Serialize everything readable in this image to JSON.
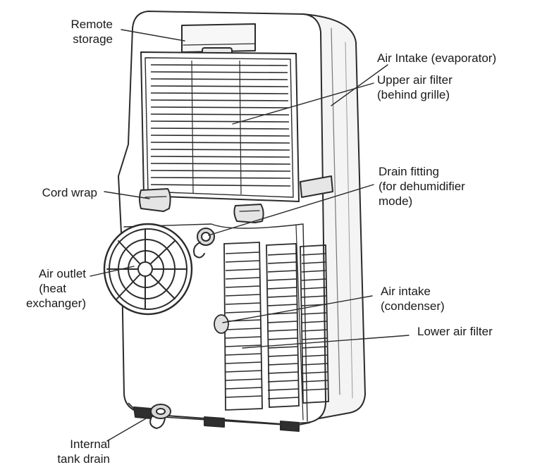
{
  "labels": {
    "remote_storage": [
      "Remote",
      "storage"
    ],
    "air_intake_evaporator": [
      "Air Intake (evaporator)"
    ],
    "upper_air_filter": [
      "Upper air filter",
      "(behind grille)"
    ],
    "cord_wrap": [
      "Cord wrap"
    ],
    "drain_fitting": [
      "Drain fitting",
      "(for dehumidifier",
      "mode)"
    ],
    "air_outlet": [
      "Air outlet",
      "(heat",
      "exchanger)"
    ],
    "air_intake_condenser": [
      "Air intake",
      "(condenser)"
    ],
    "lower_air_filter": [
      "Lower air filter"
    ],
    "internal_tank_drain": [
      "Internal",
      "tank drain"
    ]
  },
  "colors": {
    "line": "#2b2b2b",
    "body_fill": "#ffffff",
    "shade": "#cfcfcf",
    "dark": "#3a3a3a"
  }
}
